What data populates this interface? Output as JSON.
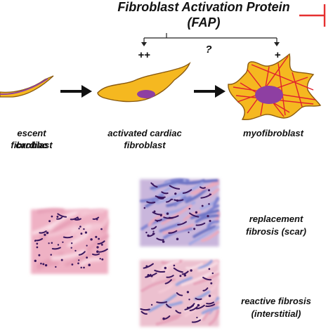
{
  "title": {
    "line1": "Fibroblast Activation Protein",
    "line2": "(FAP)",
    "effects": [
      "++",
      "?",
      "+"
    ]
  },
  "stages": [
    {
      "line1": "escent cardiac",
      "line2": "fibroblast"
    },
    {
      "line1": "activated cardiac",
      "line2": "fibroblast"
    },
    {
      "line1": "myofibroblast",
      "line2": ""
    }
  ],
  "fibrosis": [
    {
      "line1": "replacement",
      "line2": "fibrosis (scar)"
    },
    {
      "line1": "reactive fibrosis",
      "line2": "(interstitial)"
    }
  ],
  "colors": {
    "cell_fill": "#f5b820",
    "cell_outline": "#8a5a10",
    "nucleus": "#8e3fa2",
    "fiber": "#e0202e",
    "inhibit": "#e53030",
    "tissue_pink": "#efb1c4",
    "tissue_blue": "#8c8ed4",
    "nuclei_dots": "#3a175e"
  },
  "icons": [
    "inhibit-tbar-icon",
    "arrow-right-icon"
  ]
}
